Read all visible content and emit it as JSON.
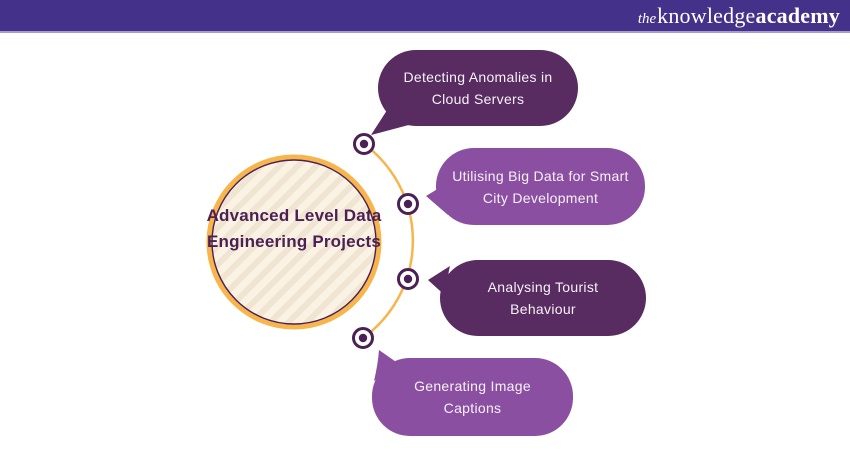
{
  "brand": {
    "the": "the",
    "knowledge": "knowledge",
    "academy": "academy"
  },
  "title": {
    "text": "Advanced Level Data Engineering Projects"
  },
  "bubbles": [
    {
      "label": "Detecting Anomalies in Cloud Servers",
      "tone": "dark"
    },
    {
      "label": "Utilising Big Data for Smart City Development",
      "tone": "medium"
    },
    {
      "label": "Analysing Tourist Behaviour",
      "tone": "dark"
    },
    {
      "label": "Generating Image Captions",
      "tone": "medium"
    }
  ],
  "colors": {
    "header_purple": "#443189",
    "header_border": "#a59cd0",
    "deep_purple": "#4B2155",
    "dark_bubble": "#582B61",
    "medium_bubble": "#8B4FA1",
    "orange": "#F8B54C",
    "cream": "#FAF3E4",
    "stripe": "#F0E5D3",
    "bubble_text": "#F6F1F7"
  }
}
